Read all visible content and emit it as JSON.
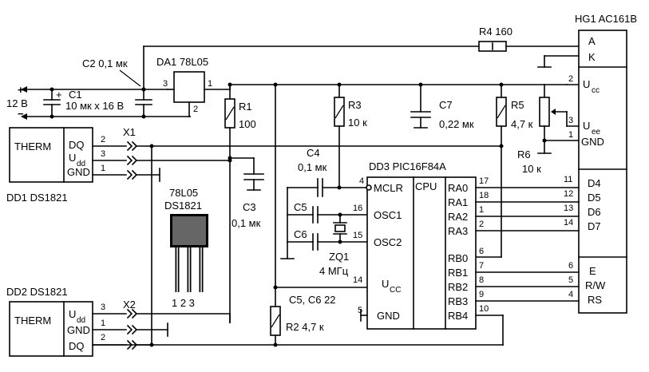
{
  "power": {
    "plus": "+",
    "minus": "−",
    "voltage": "12 В"
  },
  "parts": {
    "C1": "C1",
    "C1_val": "10 мк х 16 В",
    "C1_plus": "+",
    "C2": "C2 0,1 мк",
    "DA1": "DA1 78L05",
    "R1": "R1",
    "R1_val": "100",
    "R3": "R3",
    "R3_val": "10 к",
    "C7": "C7",
    "C7_val": "0,22 мк",
    "R5": "R5",
    "R5_val": "4,7 к",
    "R6": "R6",
    "R6_val": "10 к",
    "R4": "R4 160",
    "C3": "C3",
    "C3_val": "0,1 мк",
    "C4": "C4",
    "C4_val": "0,1 мк",
    "C5": "C5",
    "C6": "C6",
    "ZQ1": "ZQ1",
    "ZQ1_val": "4 МГц",
    "C56_val": "C5, C6 22",
    "R2": "R2 4,7 к",
    "X1": "X1",
    "X2": "X2"
  },
  "hg1": {
    "title": "HG1 AC161B",
    "pins_top": [
      "A",
      "K",
      "U",
      "cc",
      "U",
      "ee",
      "GND"
    ],
    "pins_bottom": [
      "D4",
      "D5",
      "D6",
      "D7",
      "E",
      "R/W",
      "RS"
    ],
    "nums": [
      "2",
      "3",
      "1",
      "11",
      "12",
      "13",
      "14",
      "6",
      "5",
      "4"
    ]
  },
  "dd3": {
    "title": "DD3 PIC16F84A",
    "cpu": "CPU",
    "mclr": "MCLR",
    "osc1": "OSC1",
    "osc2": "OSC2",
    "ucc": "U",
    "ucc_sub": "CC",
    "gnd": "GND",
    "ra": [
      "RA0",
      "RA1",
      "RA2",
      "RA3"
    ],
    "rb": [
      "RB0",
      "RB1",
      "RB2",
      "RB3",
      "RB4"
    ],
    "left_nums": [
      "4",
      "16",
      "15",
      "14",
      "5"
    ],
    "right_nums": [
      "17",
      "18",
      "1",
      "2",
      "6",
      "7",
      "8",
      "9",
      "10"
    ]
  },
  "dd1": {
    "title": "DD1 DS1821",
    "therm": "THERM",
    "pins": [
      "DQ",
      "U",
      "dd",
      "GND"
    ],
    "nums": [
      "2",
      "3",
      "1"
    ]
  },
  "dd2": {
    "title": "DD2 DS1821",
    "therm": "THERM",
    "pins": [
      "U",
      "dd",
      "GND",
      "DQ"
    ],
    "nums": [
      "3",
      "1",
      "2"
    ]
  },
  "pkg": {
    "l1": "78L05",
    "l2": "DS1821",
    "nums": "1 2 3"
  },
  "pins_misc": {
    "da1_in": "3",
    "da1_out": "1",
    "da1_gnd": "2"
  }
}
